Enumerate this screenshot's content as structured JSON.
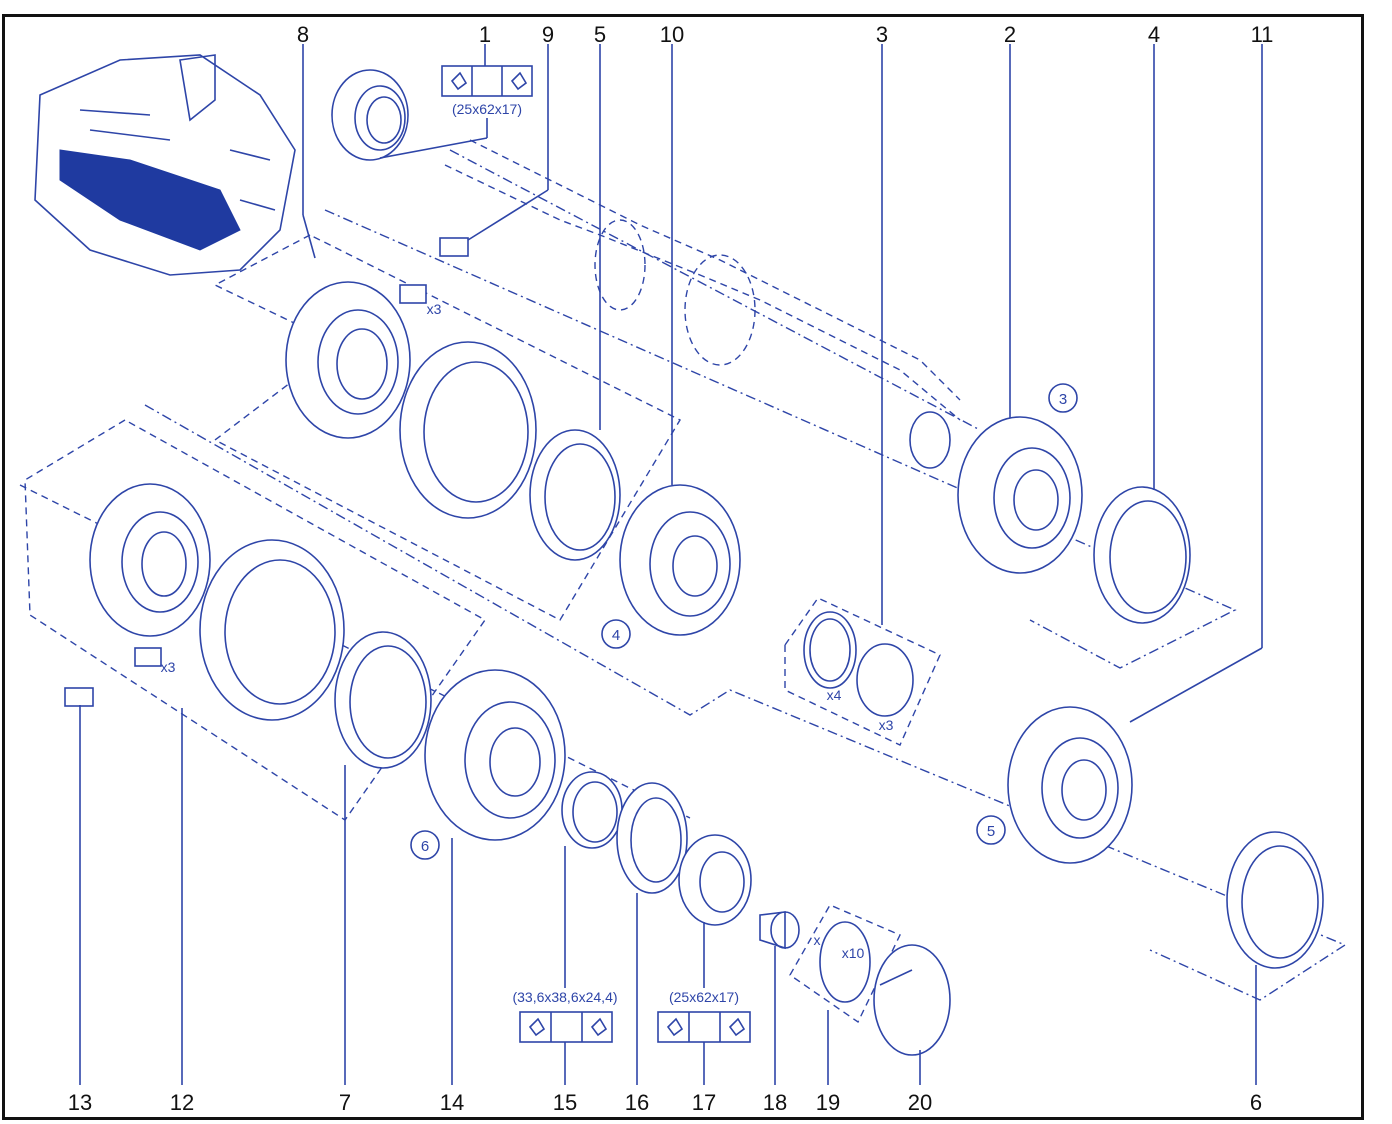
{
  "callouts": {
    "c1": "1",
    "c2": "2",
    "c3": "3",
    "c4": "4",
    "c5": "5",
    "c6": "6",
    "c7": "7",
    "c8": "8",
    "c9": "9",
    "c10": "10",
    "c11": "11",
    "c12": "12",
    "c13": "13",
    "c14": "14",
    "c15": "15",
    "c16": "16",
    "c17": "17",
    "c18": "18",
    "c19": "19",
    "c20": "20"
  },
  "specs": {
    "bearing_top": "(25x62x17)",
    "needle_bearing": "(33,6x38,6x24,4)",
    "bearing_bottom": "(25x62x17)"
  },
  "gear_ranks": {
    "r3": "3",
    "r4": "4",
    "r5": "5",
    "r6": "6"
  },
  "quantities": {
    "keys_upper": "x3",
    "keys_lower": "x3",
    "circlip_a": "x4",
    "circlip_b": "x3",
    "shims": "x10",
    "x_mark": "x"
  },
  "colors": {
    "line": "#2e45a8",
    "frame": "#111111",
    "thumbnail": "#1f3aa0"
  }
}
